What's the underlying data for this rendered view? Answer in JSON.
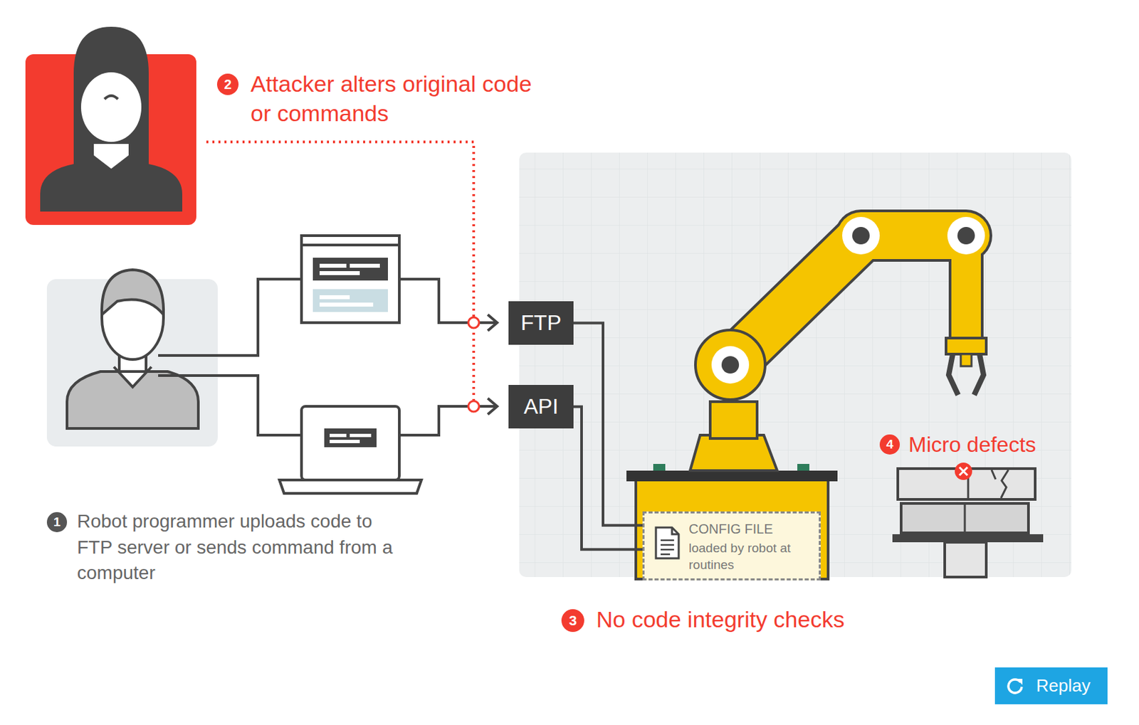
{
  "diagram": {
    "nodes": [
      {
        "text": [
          "FTP"
        ]
      },
      {
        "text": [
          "API"
        ]
      },
      {
        "text": [
          "CONFIG FILE",
          "loaded by robot at routines"
        ]
      },
      {
        "text": [
          "Replay"
        ]
      }
    ],
    "edges": [
      {
        "from": 0,
        "to": 2,
        "arrow": "none"
      },
      {
        "from": 1,
        "to": 2,
        "arrow": "none"
      }
    ],
    "labels": [
      "2",
      "Attacker alters original code or commands",
      "1",
      "Robot programmer uploads code to FTP server or sends command from a computer",
      "3",
      "No code integrity checks",
      "4",
      "Micro defects"
    ]
  }
}
